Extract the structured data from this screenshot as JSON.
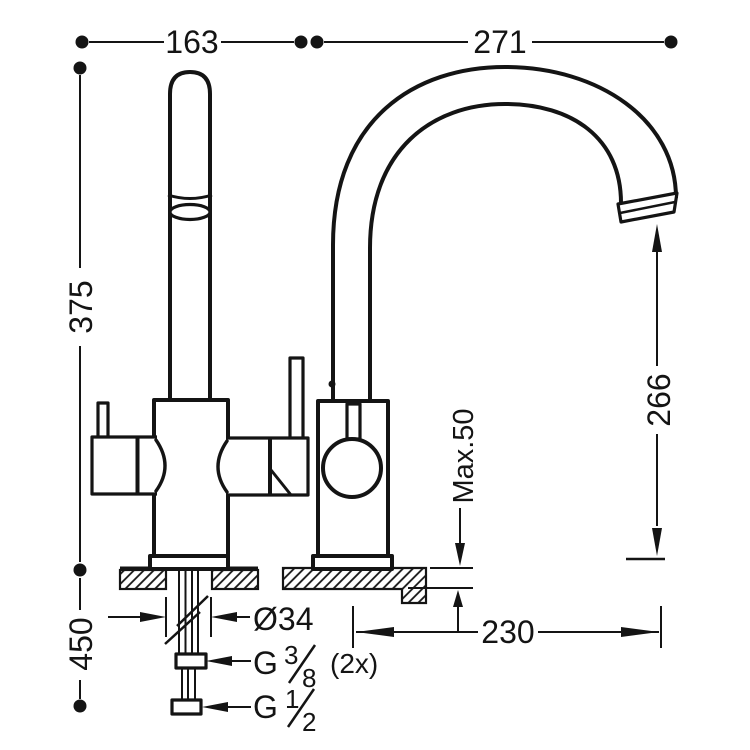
{
  "drawing": {
    "type": "technical-dimension-drawing",
    "subject": "kitchen faucet, front view and side view with installation dimensions",
    "background": "#ffffff",
    "line_color": "#141414",
    "units": "mm"
  },
  "labels": {
    "dim_163": "163",
    "dim_271": "271",
    "dim_375": "375",
    "dim_450": "450",
    "dim_max50": "Max.50",
    "dim_266": "266",
    "dim_230": "230",
    "dim_diameter": "Ø34",
    "g38_prefix": "G",
    "g38_numerator": "3",
    "g38_denominator": "8",
    "g38_qty": "(2x)",
    "g12_prefix": "G",
    "g12_numerator": "1",
    "g12_denominator": "2"
  }
}
